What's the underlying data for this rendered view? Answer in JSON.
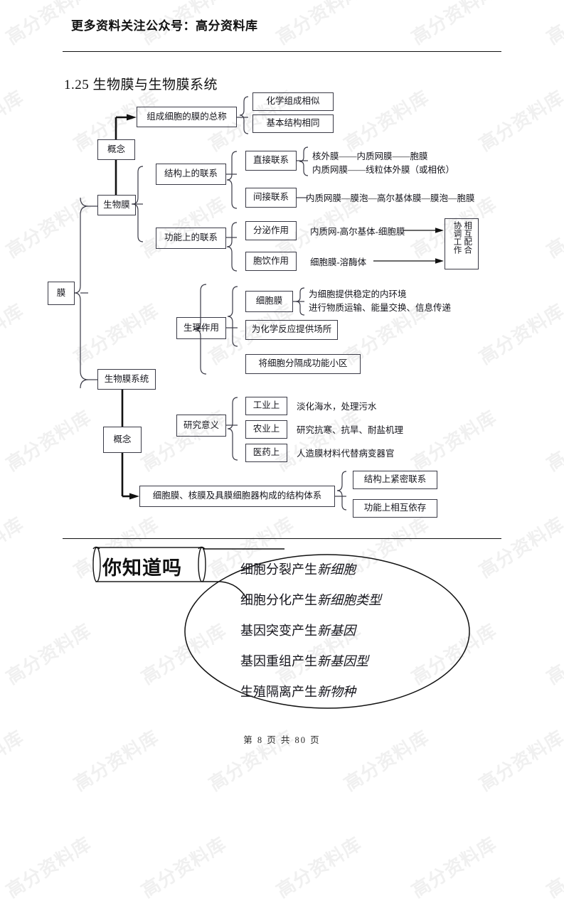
{
  "header": {
    "promo_text": "更多资料关注公众号：高分资料库"
  },
  "doc": {
    "title": "1.25 生物膜与生物膜系统",
    "footer": "第 8 页 共 80 页"
  },
  "watermark": {
    "text": "高分资料库",
    "color": "#000000"
  },
  "diagram": {
    "root": "膜",
    "nodes": {
      "gainian_top": "概念",
      "zucheng": "组成细胞的膜的总称",
      "huaxue": "化学组成相似",
      "jiben": "基本结构相同",
      "shengwumo": "生物膜",
      "jiegou_lianxi": "结构上的联系",
      "zhijie": "直接联系",
      "jianjie": "间接联系",
      "gongneng_lianxi": "功能上的联系",
      "fenmi": "分泌作用",
      "baoyin": "胞饮作用",
      "shengwumo_xitong": "生物膜系统",
      "shengli": "生理作用",
      "xibaomo": "细胞膜",
      "huaxue_changsuo": "为化学反应提供场所",
      "fenge": "将细胞分隔成功能小区",
      "yanjiu": "研究意义",
      "gongye": "工业上",
      "nongye": "农业上",
      "yiyao": "医药上",
      "gainian_bottom": "概念",
      "tixi": "细胞膜、核膜及具膜细胞器构成的结构体系",
      "jinmi": "结构上紧密联系",
      "yicun": "功能上相互依存"
    },
    "plain_text": {
      "zhijie_line1": "核外膜——内质网膜——胞膜",
      "zhijie_line2": "内质网膜——线粒体外膜（或相依）",
      "jianjie_line": "内质网膜—膜泡—高尔基体膜—膜泡—胞膜",
      "fenmi_line": "内质网-高尔基体-细胞膜",
      "baoyin_line": "细胞膜-溶酶体",
      "xibaomo_line1": "为细胞提供稳定的内环境",
      "xibaomo_line2": "进行物质运输、能量交换、信息传递",
      "gongye_line": "淡化海水，处理污水",
      "nongye_line": "研究抗寒、抗旱、耐盐机理",
      "yiyao_line": "人造膜材料代替病变器官"
    },
    "vertical_box": {
      "col_right": "协调工作",
      "col_left": "相互配合"
    }
  },
  "didyouknow": {
    "banner_label": "你知道吗",
    "items": [
      {
        "prefix": "细胞分裂产生",
        "emphasis": "新细胞"
      },
      {
        "prefix": "细胞分化产生",
        "emphasis": "新细胞类型"
      },
      {
        "prefix": "基因突变产生",
        "emphasis": "新基因"
      },
      {
        "prefix": "基因重组产生",
        "emphasis": "新基因型"
      },
      {
        "prefix": "生殖隔离产生",
        "emphasis": "新物种"
      }
    ]
  }
}
